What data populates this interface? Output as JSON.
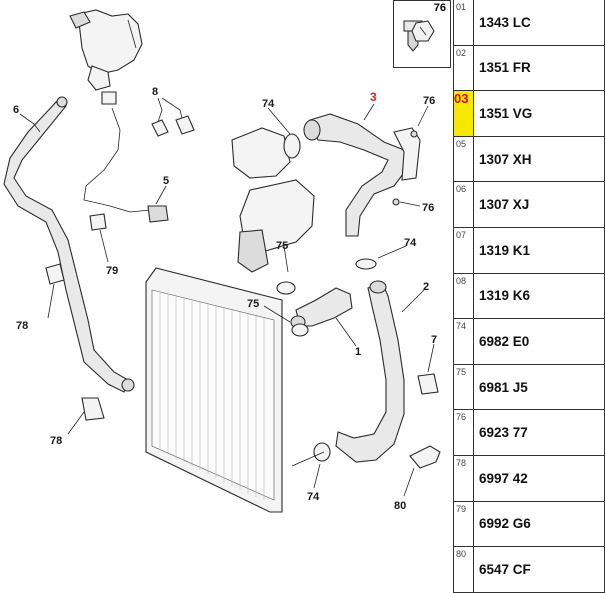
{
  "callouts": {
    "c3": "3",
    "c74a": "74",
    "c76a": "76",
    "c6": "6",
    "c8": "8",
    "c5": "5",
    "c76b": "76",
    "c79": "79",
    "c75a": "75",
    "c74b": "74",
    "c2": "2",
    "c78a": "78",
    "c75b": "75",
    "c1": "1",
    "c7": "7",
    "c78b": "78",
    "c74c": "74",
    "c80": "80"
  },
  "thumbnail": {
    "label": "76"
  },
  "parts": [
    {
      "index": "01",
      "code": "1343 LC",
      "highlight": false
    },
    {
      "index": "02",
      "code": "1351 FR",
      "highlight": false
    },
    {
      "index": "03",
      "code": "1351 VG",
      "highlight": true
    },
    {
      "index": "05",
      "code": "1307 XH",
      "highlight": false
    },
    {
      "index": "06",
      "code": "1307 XJ",
      "highlight": false
    },
    {
      "index": "07",
      "code": "1319 K1",
      "highlight": false
    },
    {
      "index": "08",
      "code": "1319 K6",
      "highlight": false
    },
    {
      "index": "74",
      "code": "6982 E0",
      "highlight": false
    },
    {
      "index": "75",
      "code": "6981 J5",
      "highlight": false
    },
    {
      "index": "76",
      "code": "6923 77",
      "highlight": false
    },
    {
      "index": "78",
      "code": "6997 42",
      "highlight": false
    },
    {
      "index": "79",
      "code": "6992 G6",
      "highlight": false
    },
    {
      "index": "80",
      "code": "6547 CF",
      "highlight": false
    }
  ],
  "colors": {
    "highlight_bg": "#f7e800",
    "highlight_text": "#d01010",
    "callout_red": "#e02020"
  }
}
